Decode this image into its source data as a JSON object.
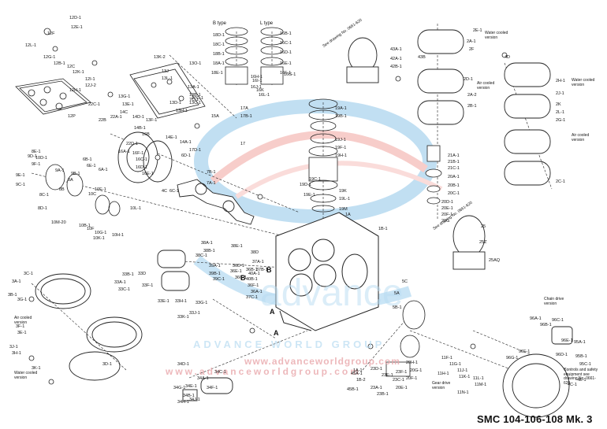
{
  "title": "SMC 104-106-108 Mk. 3",
  "watermark": {
    "brand": "advance",
    "tagline": "ADVANCE WORLD GROUP",
    "url1": "www.advanceworldgroup.com",
    "url2": "www.advanceworldgroup.com",
    "colors": {
      "blue": "#8fc6e8",
      "red": "#f2a5a0",
      "url": "#e9a7ab"
    }
  },
  "notes": {
    "b_type": "B type",
    "l_type": "L type",
    "see_0661_620_top": "See drawing No. 0661-620",
    "see_0661_620_right": "See drawing No. 0661-620",
    "water_cooled_right": "Water cooled version",
    "air_cooled_right": "Air cooled version",
    "water_cooled_right2": "Water cooled version",
    "air_cooled_right2": "Air cooled version",
    "air_cooled_left": "Air cooled version",
    "water_cooled_left": "Water cooled version",
    "gear_drive": "Gear drive version",
    "chain_drive": "Chain drive version",
    "controls": "Controls and safety equipment see drawing No. 0661-620",
    "marker_a1": "A",
    "marker_a2": "A",
    "marker_b1": "B",
    "marker_b2": "B"
  },
  "labels": [
    "12D-1",
    "12E-1",
    "12F",
    "12L-1",
    "12G-1",
    "12B-1",
    "12C",
    "12K-1",
    "12I-1",
    "12J-2",
    "12H-1",
    "12P",
    "13K-2",
    "13O-1",
    "13J",
    "13L-1",
    "13G-1",
    "13E-1",
    "13D-1",
    "13H-1",
    "13F-1",
    "13A-1",
    "13B-1",
    "13C-1",
    "14C",
    "14D-1",
    "14B-1",
    "14A-1",
    "14E-1",
    "16B",
    "16A-1",
    "16F-1",
    "16C-1",
    "16D-1",
    "16E-1",
    "22C-1",
    "22B",
    "22A-1",
    "22D-1",
    "9E-1",
    "9F-1",
    "9D-1",
    "9C-1",
    "9A-1",
    "9B-1",
    "8A",
    "8B",
    "8C-1",
    "8D-1",
    "8E-1",
    "10D-1",
    "10E-1",
    "10C",
    "10B-1",
    "10F",
    "10G-1",
    "10K-1",
    "10H-1",
    "10L-1",
    "10M-20",
    "6A-1",
    "6B-1",
    "6E-1",
    "6D-1",
    "6C-1",
    "4C",
    "7A-1",
    "7B-1",
    "7C-1",
    "18D-1",
    "18C-1",
    "18B-1",
    "18A-1",
    "18E-1",
    "17A",
    "17B-1",
    "17C-1",
    "17D-1",
    "17",
    "15A",
    "19A-1",
    "19B-1",
    "19C-1",
    "19D-1",
    "19E-1",
    "19F-1",
    "19H-1",
    "19J-1",
    "19K",
    "19L-1",
    "19M",
    "16B-1",
    "16C-1",
    "16D-1",
    "16E-1",
    "16F-1",
    "16G-1",
    "16H-1",
    "16I-1",
    "16J-1",
    "16K",
    "16L-1",
    "21A-1",
    "21B-1",
    "21C-1",
    "20A-1",
    "20B-1",
    "20C-1",
    "20D-1",
    "20E-1",
    "20F-1",
    "20G",
    "2A-1",
    "2A-2",
    "2B-1",
    "2C-1",
    "2D-1",
    "2E-1",
    "2F",
    "2G-1",
    "2H-1",
    "2J-1",
    "2K",
    "2L-1",
    "43A-1",
    "42A-1",
    "42B-1",
    "43B",
    "4D",
    "25",
    "25Z",
    "25AQ",
    "1A",
    "1B-1",
    "38A-1",
    "38B-1",
    "38C-1",
    "38D",
    "38E-1",
    "39A-1",
    "39B-1",
    "39C-1",
    "40A-1",
    "40B-1",
    "3A-1",
    "3B-1",
    "3C-1",
    "3D-1",
    "3E-1",
    "3F-1",
    "3G-1",
    "3H-1",
    "3J-1",
    "3K-1",
    "33A-1",
    "33B-1",
    "33C-1",
    "33D",
    "33E-1",
    "33F-1",
    "33G-1",
    "33H-1",
    "33J-1",
    "33K-1",
    "34A-1",
    "34B-1",
    "34C-1",
    "34D-1",
    "34E-1",
    "34F-1",
    "34G-1",
    "34H-1",
    "34J-1",
    "36A-1",
    "36B-1",
    "36C-1",
    "36D-1",
    "36E-1",
    "36F-1",
    "37A-1",
    "37B-1",
    "37C-1",
    "45A-1",
    "45B-1",
    "23A-1",
    "23B-1",
    "23C-1",
    "23F-1",
    "23E-1",
    "23D-1",
    "5A",
    "5B-1",
    "5C",
    "11F-1",
    "11G-1",
    "11H-1",
    "11J-1",
    "11K-1",
    "11L-1",
    "11M-1",
    "11N-1",
    "20E-1",
    "20F-1",
    "20G-1",
    "20H-1",
    "1A-1",
    "1B-2",
    "96A-1",
    "96B-1",
    "96C-1",
    "96D-1",
    "96E-1",
    "96F-1",
    "96G-1",
    "95A-1",
    "95B-1",
    "95C-1",
    "4C-1",
    "4E-1"
  ]
}
